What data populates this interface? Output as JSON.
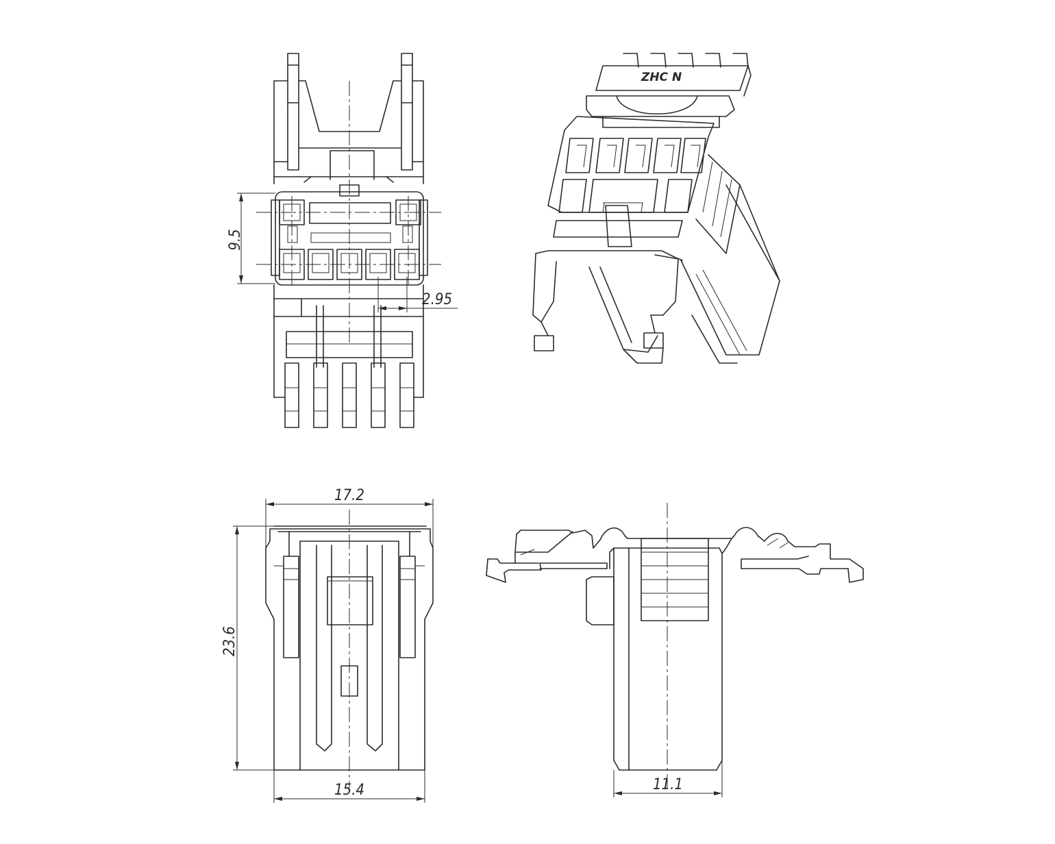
{
  "dimensions": {
    "pitch_vertical": "9.5",
    "pitch_horizontal": "2.95",
    "overall_width": "17.2",
    "height": "23.6",
    "body_width": "15.4",
    "depth": "11.1"
  },
  "isometric": {
    "marking": "ZHC  N"
  },
  "colors": {
    "line": "#2a2a2a",
    "background": "#ffffff"
  }
}
